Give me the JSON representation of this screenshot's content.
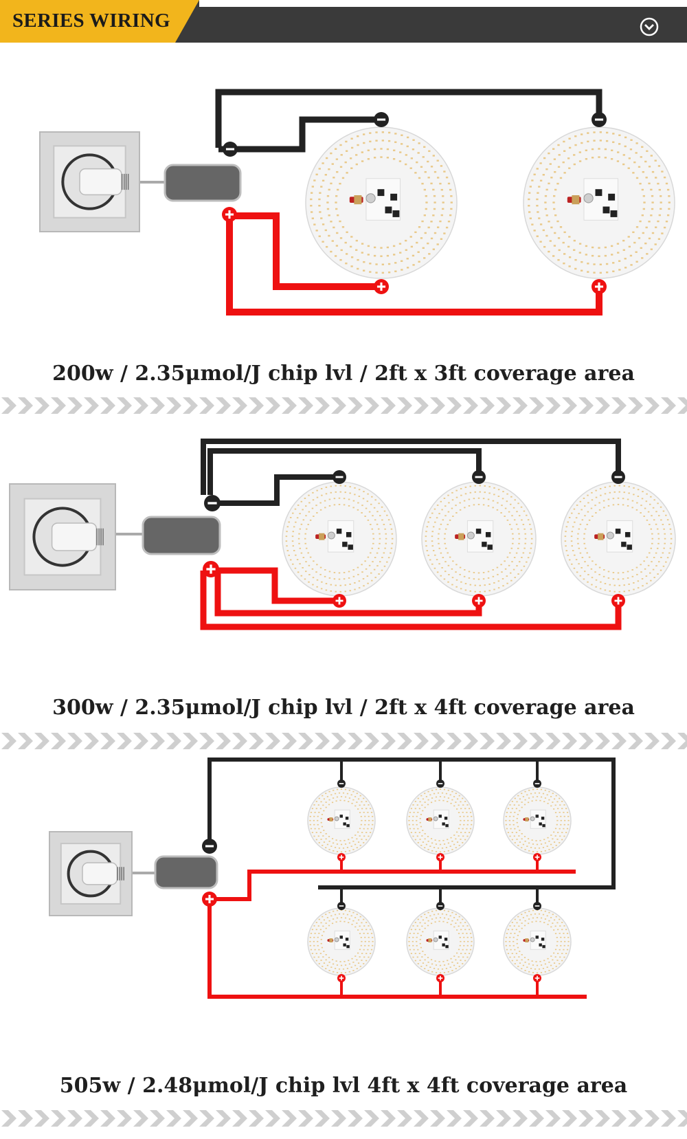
{
  "header": {
    "title": "SERIES WIRING",
    "accent": "#f2b51c",
    "bar_color": "#3a3a3a"
  },
  "colors": {
    "negative_wire": "#222222",
    "positive_wire": "#ee1111",
    "board": "#f4f4f4",
    "led": "#e9c98a"
  },
  "sections": [
    {
      "caption": "200w / 2.35μmol/J chip lvl / 2ft x 3ft coverage area",
      "board_count": 2
    },
    {
      "caption": "300w / 2.35μmol/J chip lvl / 2ft x 4ft coverage area",
      "board_count": 3
    },
    {
      "caption": "505w / 2.48μmol/J chip lvl 4ft x 4ft coverage area",
      "board_count": 6
    }
  ]
}
